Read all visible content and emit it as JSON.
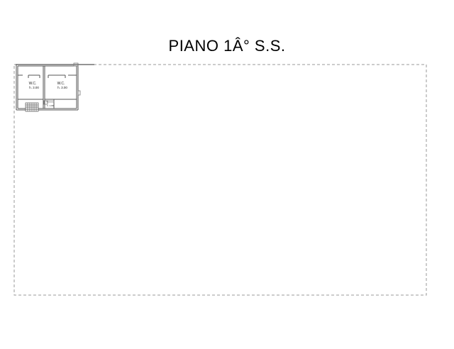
{
  "title": "PIANO 1Â° S.S.",
  "rooms": [
    {
      "name": "W.C.",
      "height": "h. 3.00"
    },
    {
      "name": "W.C.",
      "height": "h. 3.00"
    }
  ],
  "small_label": "h. 1.80",
  "colors": {
    "line": "#555555",
    "dashed_boundary": "#9a9a9a",
    "background": "#ffffff"
  }
}
